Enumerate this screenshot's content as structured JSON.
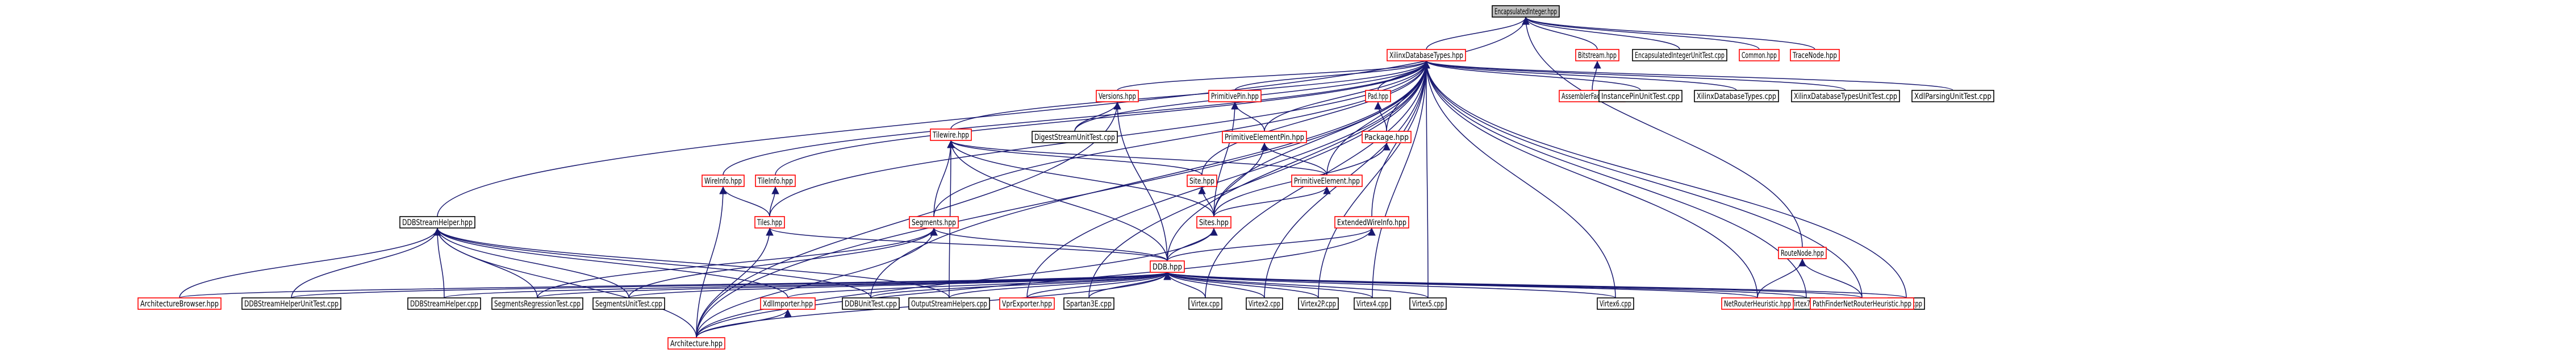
{
  "nodes": [
    {
      "id": "encapsulated",
      "label": "EncapsulatedInteger.hpp",
      "style": "root",
      "interactable": false
    },
    {
      "id": "xilinxdb",
      "label": "XilinxDatabaseTypes.hpp",
      "style": "red",
      "interactable": true
    },
    {
      "id": "bitstream",
      "label": "Bitstream.hpp",
      "style": "red",
      "interactable": true
    },
    {
      "id": "encunit",
      "label": "EncapsulatedIntegerUnitTest.cpp",
      "style": "black",
      "interactable": true
    },
    {
      "id": "common",
      "label": "Common.hpp",
      "style": "red",
      "interactable": true
    },
    {
      "id": "tracenode",
      "label": "TraceNode.hpp",
      "style": "red",
      "interactable": true
    },
    {
      "id": "assembler",
      "label": "AssemblerFactory.hpp",
      "style": "red",
      "interactable": true
    },
    {
      "id": "routenode",
      "label": "RouteNode.hpp",
      "style": "red",
      "interactable": true
    },
    {
      "id": "versions",
      "label": "Versions.hpp",
      "style": "red",
      "interactable": true
    },
    {
      "id": "primpin",
      "label": "PrimitivePin.hpp",
      "style": "red",
      "interactable": true
    },
    {
      "id": "pad",
      "label": "Pad.hpp",
      "style": "red",
      "interactable": true
    },
    {
      "id": "instancepin",
      "label": "InstancePinUnitTest.cpp",
      "style": "black",
      "interactable": true
    },
    {
      "id": "xdbtypescpp",
      "label": "XilinxDatabaseTypes.cpp",
      "style": "black",
      "interactable": true
    },
    {
      "id": "xdbtypesunit",
      "label": "XilinxDatabaseTypesUnitTest.cpp",
      "style": "black",
      "interactable": true
    },
    {
      "id": "xdlparsing",
      "label": "XdlParsingUnitTest.cpp",
      "style": "black",
      "interactable": true
    },
    {
      "id": "tilewire",
      "label": "Tilewire.hpp",
      "style": "red",
      "interactable": true
    },
    {
      "id": "digest",
      "label": "DigestStreamUnitTest.cpp",
      "style": "black",
      "interactable": true
    },
    {
      "id": "primelempin",
      "label": "PrimitiveElementPin.hpp",
      "style": "red",
      "interactable": true
    },
    {
      "id": "package",
      "label": "Package.hpp",
      "style": "red",
      "interactable": true
    },
    {
      "id": "wireinfo",
      "label": "WireInfo.hpp",
      "style": "red",
      "interactable": true
    },
    {
      "id": "tileinfo",
      "label": "TileInfo.hpp",
      "style": "red",
      "interactable": true
    },
    {
      "id": "primelem",
      "label": "PrimitiveElement.hpp",
      "style": "red",
      "interactable": true
    },
    {
      "id": "site",
      "label": "Site.hpp",
      "style": "red",
      "interactable": true
    },
    {
      "id": "segments",
      "label": "Segments.hpp",
      "style": "red",
      "interactable": true
    },
    {
      "id": "tiles",
      "label": "Tiles.hpp",
      "style": "red",
      "interactable": true
    },
    {
      "id": "sites",
      "label": "Sites.hpp",
      "style": "red",
      "interactable": true
    },
    {
      "id": "extwire",
      "label": "ExtendedWireInfo.hpp",
      "style": "red",
      "interactable": true
    },
    {
      "id": "ddbstream",
      "label": "DDBStreamHelper.hpp",
      "style": "black",
      "interactable": true
    },
    {
      "id": "ddb",
      "label": "DDB.hpp",
      "style": "red",
      "interactable": true
    },
    {
      "id": "archbrowser",
      "label": "ArchitectureBrowser.hpp",
      "style": "red",
      "interactable": true
    },
    {
      "id": "ddbstreamunit",
      "label": "DDBStreamHelperUnitTest.cpp",
      "style": "black",
      "interactable": true
    },
    {
      "id": "ddbstreamcpp",
      "label": "DDBStreamHelper.cpp",
      "style": "black",
      "interactable": true
    },
    {
      "id": "segregress",
      "label": "SegmentsRegressionTest.cpp",
      "style": "black",
      "interactable": true
    },
    {
      "id": "segunit",
      "label": "SegmentsUnitTest.cpp",
      "style": "black",
      "interactable": true
    },
    {
      "id": "xdlimporter",
      "label": "XdlImporter.hpp",
      "style": "red",
      "interactable": true
    },
    {
      "id": "ddbunit",
      "label": "DDBUnitTest.cpp",
      "style": "black",
      "interactable": true
    },
    {
      "id": "outputstream",
      "label": "OutputStreamHelpers.cpp",
      "style": "black",
      "interactable": true
    },
    {
      "id": "vprexporter",
      "label": "VprExporter.hpp",
      "style": "red",
      "interactable": true
    },
    {
      "id": "spartan3e",
      "label": "Spartan3E.cpp",
      "style": "black",
      "interactable": true
    },
    {
      "id": "virtex",
      "label": "Virtex.cpp",
      "style": "black",
      "interactable": true
    },
    {
      "id": "virtex2",
      "label": "Virtex2.cpp",
      "style": "black",
      "interactable": true
    },
    {
      "id": "virtex2p",
      "label": "Virtex2P.cpp",
      "style": "black",
      "interactable": true
    },
    {
      "id": "virtex4",
      "label": "Virtex4.cpp",
      "style": "black",
      "interactable": true
    },
    {
      "id": "virtex5",
      "label": "Virtex5.cpp",
      "style": "black",
      "interactable": true
    },
    {
      "id": "virtex6",
      "label": "Virtex6.cpp",
      "style": "black",
      "interactable": true
    },
    {
      "id": "virtex7",
      "label": "Virtex7.cpp",
      "style": "black",
      "interactable": true
    },
    {
      "id": "virtexe",
      "label": "VirtexE.cpp",
      "style": "black",
      "interactable": true
    },
    {
      "id": "netrouter",
      "label": "NetRouterHeuristic.hpp",
      "style": "red",
      "interactable": true
    },
    {
      "id": "pathfinder",
      "label": "PathFinderNetRouterHeuristic.hpp",
      "style": "red",
      "interactable": true
    },
    {
      "id": "architecture",
      "label": "Architecture.hpp",
      "style": "red",
      "interactable": true
    }
  ],
  "edges": [
    [
      "xilinxdb",
      "encapsulated"
    ],
    [
      "bitstream",
      "encapsulated"
    ],
    [
      "encunit",
      "encapsulated"
    ],
    [
      "common",
      "encapsulated"
    ],
    [
      "tracenode",
      "encapsulated"
    ],
    [
      "routenode",
      "encapsulated"
    ],
    [
      "ddbstream",
      "encapsulated"
    ],
    [
      "assembler",
      "bitstream"
    ],
    [
      "versions",
      "xilinxdb"
    ],
    [
      "primpin",
      "xilinxdb"
    ],
    [
      "pad",
      "xilinxdb"
    ],
    [
      "instancepin",
      "xilinxdb"
    ],
    [
      "xdbtypescpp",
      "xilinxdb"
    ],
    [
      "xdbtypesunit",
      "xilinxdb"
    ],
    [
      "xdlparsing",
      "xilinxdb"
    ],
    [
      "tilewire",
      "xilinxdb"
    ],
    [
      "digest",
      "xilinxdb"
    ],
    [
      "primelempin",
      "xilinxdb"
    ],
    [
      "package",
      "xilinxdb"
    ],
    [
      "wireinfo",
      "xilinxdb"
    ],
    [
      "tileinfo",
      "xilinxdb"
    ],
    [
      "primelem",
      "xilinxdb"
    ],
    [
      "site",
      "xilinxdb"
    ],
    [
      "segments",
      "xilinxdb"
    ],
    [
      "tiles",
      "xilinxdb"
    ],
    [
      "sites",
      "xilinxdb"
    ],
    [
      "extwire",
      "xilinxdb"
    ],
    [
      "ddb",
      "xilinxdb"
    ],
    [
      "ddbunit",
      "xilinxdb"
    ],
    [
      "vprexporter",
      "xilinxdb"
    ],
    [
      "spartan3e",
      "xilinxdb"
    ],
    [
      "virtex",
      "xilinxdb"
    ],
    [
      "virtex2",
      "xilinxdb"
    ],
    [
      "virtex2p",
      "xilinxdb"
    ],
    [
      "virtex4",
      "xilinxdb"
    ],
    [
      "virtex5",
      "xilinxdb"
    ],
    [
      "virtex6",
      "xilinxdb"
    ],
    [
      "virtex7",
      "xilinxdb"
    ],
    [
      "virtexe",
      "xilinxdb"
    ],
    [
      "netrouter",
      "xilinxdb"
    ],
    [
      "pathfinder",
      "xilinxdb"
    ],
    [
      "architecture",
      "xilinxdb"
    ],
    [
      "digest",
      "versions"
    ],
    [
      "ddb",
      "versions"
    ],
    [
      "architecture",
      "versions"
    ],
    [
      "primelempin",
      "primpin"
    ],
    [
      "sites",
      "primpin"
    ],
    [
      "package",
      "pad"
    ],
    [
      "segments",
      "tilewire"
    ],
    [
      "site",
      "tilewire"
    ],
    [
      "sites",
      "tilewire"
    ],
    [
      "ddb",
      "tilewire"
    ],
    [
      "outputstream",
      "tilewire"
    ],
    [
      "primelem",
      "tilewire"
    ],
    [
      "primelem",
      "primelempin"
    ],
    [
      "sites",
      "primelempin"
    ],
    [
      "sites",
      "package"
    ],
    [
      "tiles",
      "wireinfo"
    ],
    [
      "architecture",
      "wireinfo"
    ],
    [
      "tiles",
      "tileinfo"
    ],
    [
      "sites",
      "primelem"
    ],
    [
      "sites",
      "site"
    ],
    [
      "ddb",
      "segments"
    ],
    [
      "segunit",
      "segments"
    ],
    [
      "segregress",
      "segments"
    ],
    [
      "architecture",
      "segments"
    ],
    [
      "ddb",
      "tiles"
    ],
    [
      "architecture",
      "tiles"
    ],
    [
      "ddb",
      "sites"
    ],
    [
      "architecture",
      "sites"
    ],
    [
      "ddb",
      "extwire"
    ],
    [
      "architecture",
      "extwire"
    ],
    [
      "archbrowser",
      "ddbstream"
    ],
    [
      "ddbstreamunit",
      "ddbstream"
    ],
    [
      "ddbstreamcpp",
      "ddbstream"
    ],
    [
      "segregress",
      "ddbstream"
    ],
    [
      "segunit",
      "ddbstream"
    ],
    [
      "xdlimporter",
      "ddbstream"
    ],
    [
      "ddbunit",
      "ddbstream"
    ],
    [
      "outputstream",
      "ddbstream"
    ],
    [
      "architecture",
      "ddbstream"
    ],
    [
      "archbrowser",
      "ddb"
    ],
    [
      "ddbstreamunit",
      "ddb"
    ],
    [
      "ddbstreamcpp",
      "ddb"
    ],
    [
      "segregress",
      "ddb"
    ],
    [
      "segunit",
      "ddb"
    ],
    [
      "xdlimporter",
      "ddb"
    ],
    [
      "ddbunit",
      "ddb"
    ],
    [
      "outputstream",
      "ddb"
    ],
    [
      "vprexporter",
      "ddb"
    ],
    [
      "spartan3e",
      "ddb"
    ],
    [
      "virtex",
      "ddb"
    ],
    [
      "virtex2",
      "ddb"
    ],
    [
      "virtex2p",
      "ddb"
    ],
    [
      "virtex4",
      "ddb"
    ],
    [
      "virtex5",
      "ddb"
    ],
    [
      "virtex6",
      "ddb"
    ],
    [
      "virtex7",
      "ddb"
    ],
    [
      "virtexe",
      "ddb"
    ],
    [
      "netrouter",
      "ddb"
    ],
    [
      "pathfinder",
      "ddb"
    ],
    [
      "architecture",
      "ddb"
    ],
    [
      "architecture",
      "xdlimporter"
    ],
    [
      "netrouter",
      "routenode"
    ],
    [
      "pathfinder",
      "routenode"
    ]
  ]
}
